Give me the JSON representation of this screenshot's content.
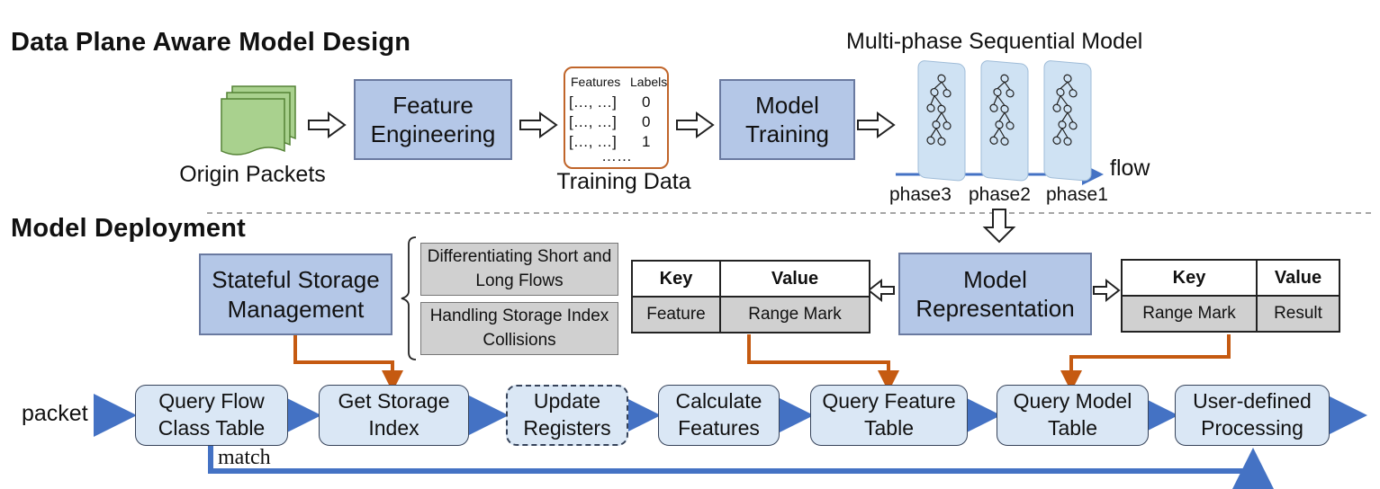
{
  "headings": {
    "design": "Data Plane Aware Model Design",
    "deployment": "Model Deployment"
  },
  "design": {
    "origin_packets": "Origin Packets",
    "feature_engineering": "Feature Engineering",
    "training_data_caption": "Training Data",
    "training_table": {
      "features_header": "Features",
      "labels_header": "Labels",
      "rows": [
        {
          "features": "[…, …]",
          "label": "0"
        },
        {
          "features": "[…, …]",
          "label": "0"
        },
        {
          "features": "[…, …]",
          "label": "1"
        }
      ],
      "more": "……"
    },
    "model_training": "Model Training",
    "multiphase_title": "Multi-phase Sequential Model",
    "flow_label": "flow",
    "phases": [
      "phase3",
      "phase2",
      "phase1"
    ]
  },
  "deployment": {
    "stateful_storage": "Stateful Storage Management",
    "storage_notes": [
      "Differentiating Short and Long Flows",
      "Handling Storage Index Collisions"
    ],
    "model_representation": "Model Representation",
    "feature_table": {
      "key_header": "Key",
      "value_header": "Value",
      "key": "Feature",
      "value": "Range Mark"
    },
    "model_table": {
      "key_header": "Key",
      "value_header": "Value",
      "key": "Range Mark",
      "value": "Result"
    }
  },
  "pipeline": {
    "input_label": "packet",
    "match_label": "match",
    "steps": [
      "Query Flow Class Table",
      "Get Storage Index",
      "Update Registers",
      "Calculate Features",
      "Query Feature Table",
      "Query Model Table",
      "User-defined Processing"
    ]
  },
  "colors": {
    "blue_box": "#b4c7e7",
    "flow_box": "#dae7f5",
    "flow_arrow": "#4472c4",
    "orange_arrow": "#c55a11",
    "gray_cell": "#d0d0d0",
    "packet_green": "#a9d18e"
  }
}
